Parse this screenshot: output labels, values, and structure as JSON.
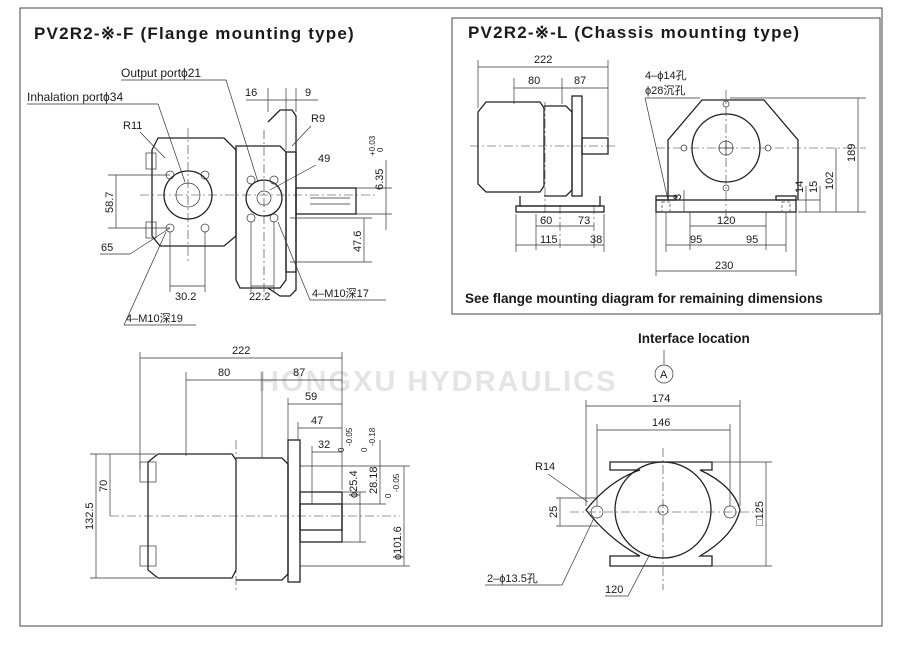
{
  "titles": {
    "flange": "PV2R2-※-F (Flange mounting type)",
    "chassis": "PV2R2-※-L (Chassis mounting type)"
  },
  "watermark": "HONGXU HYDRAULICS",
  "flange_view": {
    "output_port": "Output portϕ21",
    "inhalation_port": "Inhalation portϕ34",
    "r11": "R11",
    "r9": "R9",
    "d16": "16",
    "d9": "9",
    "d49": "49",
    "tol_up": "+0.03",
    "tol_low": "0",
    "d635": "6.35",
    "d587": "58.7",
    "d65": "65",
    "d476": "47.6",
    "d302": "30.2",
    "d222": "22.2",
    "m10_17": "4–M10深17",
    "m10_19": "4–M10深19"
  },
  "chassis_view": {
    "d222": "222",
    "d80": "80",
    "d87": "87",
    "d60": "60",
    "d73": "73",
    "d115": "115",
    "d38": "38",
    "holes": "4–ϕ14孔",
    "counterbore": "ϕ28沉孔",
    "d189": "189",
    "d102": "102",
    "d15": "15",
    "d14": "14",
    "d3": "3",
    "d120": "120",
    "d95a": "95",
    "d95b": "95",
    "d230": "230",
    "note": "See flange mounting diagram for remaining dimensions"
  },
  "side_view": {
    "d222": "222",
    "d80": "80",
    "d87": "87",
    "d59": "59",
    "d47": "47",
    "d32": "32",
    "d1325": "132.5",
    "d70": "70",
    "shaft": "ϕ25.4",
    "shaft_tol": "-0.05",
    "key": "28.18",
    "key_tol": "-0.18",
    "pilot": "ϕ101.6",
    "pilot_tol": "-0.05",
    "zero": "0"
  },
  "front_view": {
    "interface": "Interface location",
    "marker": "A",
    "d174": "174",
    "d146": "146",
    "r14": "R14",
    "d25": "25",
    "d125": "□125",
    "holes": "2–ϕ13.5孔",
    "d120": "120"
  }
}
